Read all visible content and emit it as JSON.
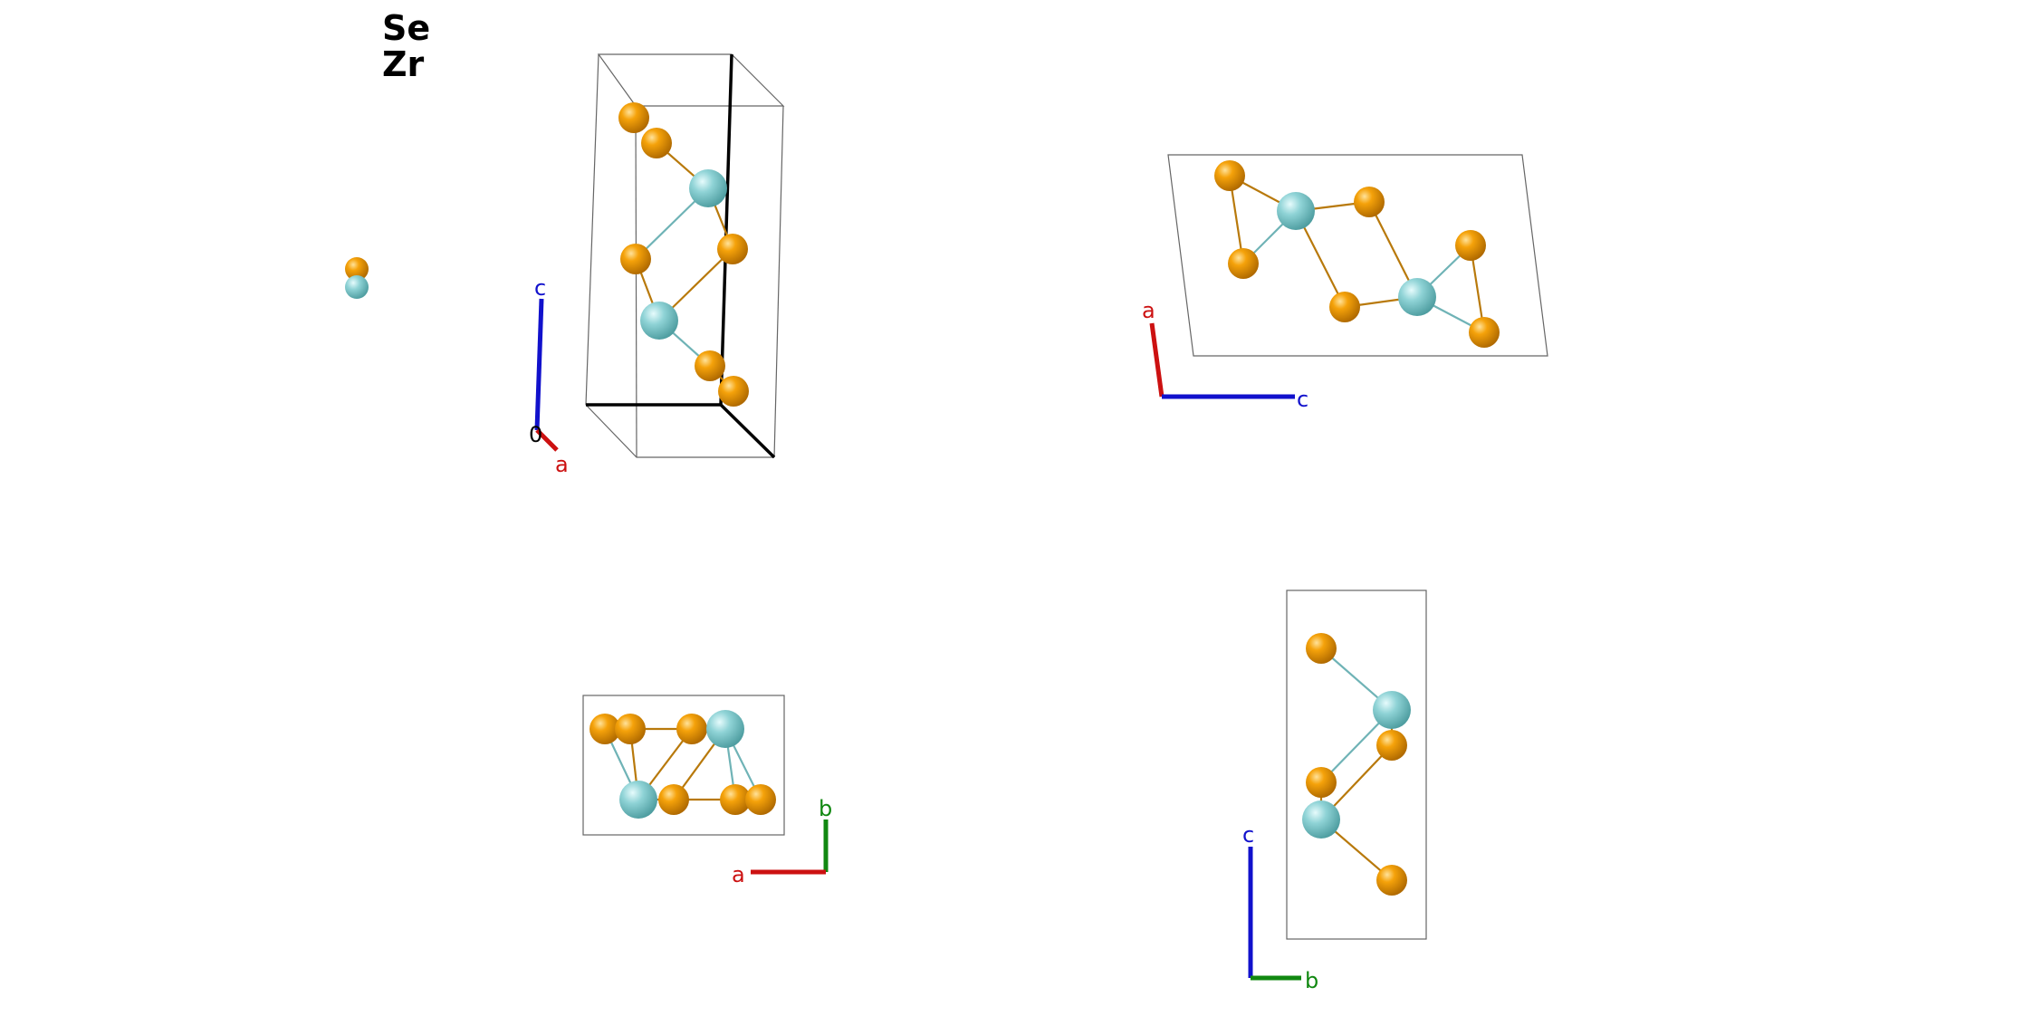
{
  "legend": {
    "items": [
      {
        "label": "Se",
        "color": "#f5a20a"
      },
      {
        "label": "Zr",
        "color": "#8fd3d6"
      }
    ]
  },
  "atom_colors": {
    "Se": "#f5a20a",
    "Zr": "#8fd3d6"
  },
  "bond_colors": {
    "Se": "#b8790b",
    "Zr": "#6fb3b6"
  },
  "axis_colors": {
    "a": "#cc1111",
    "b": "#118811",
    "c": "#1111cc"
  },
  "views": {
    "perspective": {
      "axes": [
        "c",
        "a"
      ],
      "origin_label": "0"
    },
    "view_b": {
      "axes": [
        "a",
        "c"
      ]
    },
    "view_c": {
      "axes": [
        "b",
        "a"
      ]
    },
    "view_a": {
      "axes": [
        "c",
        "b"
      ]
    }
  }
}
